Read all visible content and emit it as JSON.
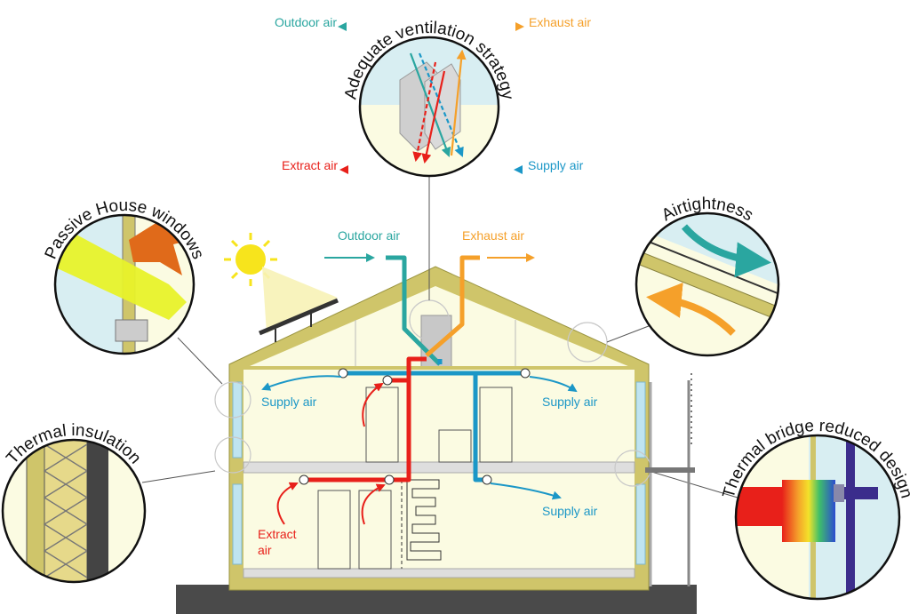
{
  "colors": {
    "outdoor": "#2aa6a0",
    "exhaust": "#f5a02a",
    "extract": "#e8201a",
    "supply": "#1b97c7",
    "wall": "#cfc56a",
    "interior": "#fbfbe2",
    "sky": "#d8eef2",
    "ground": "#4a4a4a"
  },
  "callouts": {
    "ventilation": {
      "title": "Adequate ventilation strategy",
      "outdoor_air": "Outdoor air",
      "exhaust_air": "Exhaust air",
      "extract_air": "Extract air",
      "supply_air": "Supply air"
    },
    "windows": {
      "title": "Passive House windows"
    },
    "airtightness": {
      "title": "Airtightness"
    },
    "insulation": {
      "title": "Thermal insulation"
    },
    "thermal_bridge": {
      "title": "Thermal bridge reduced design"
    }
  },
  "house": {
    "outdoor_air": "Outdoor air",
    "exhaust_air": "Exhaust air",
    "supply_air_left": "Supply air",
    "supply_air_right": "Supply air",
    "supply_air_lower": "Supply air",
    "extract_air_line1": "Extract",
    "extract_air_line2": "air"
  },
  "icons": [
    "sun-icon",
    "solar-panel-icon",
    "fan-valve-icon",
    "heat-exchanger-icon"
  ]
}
